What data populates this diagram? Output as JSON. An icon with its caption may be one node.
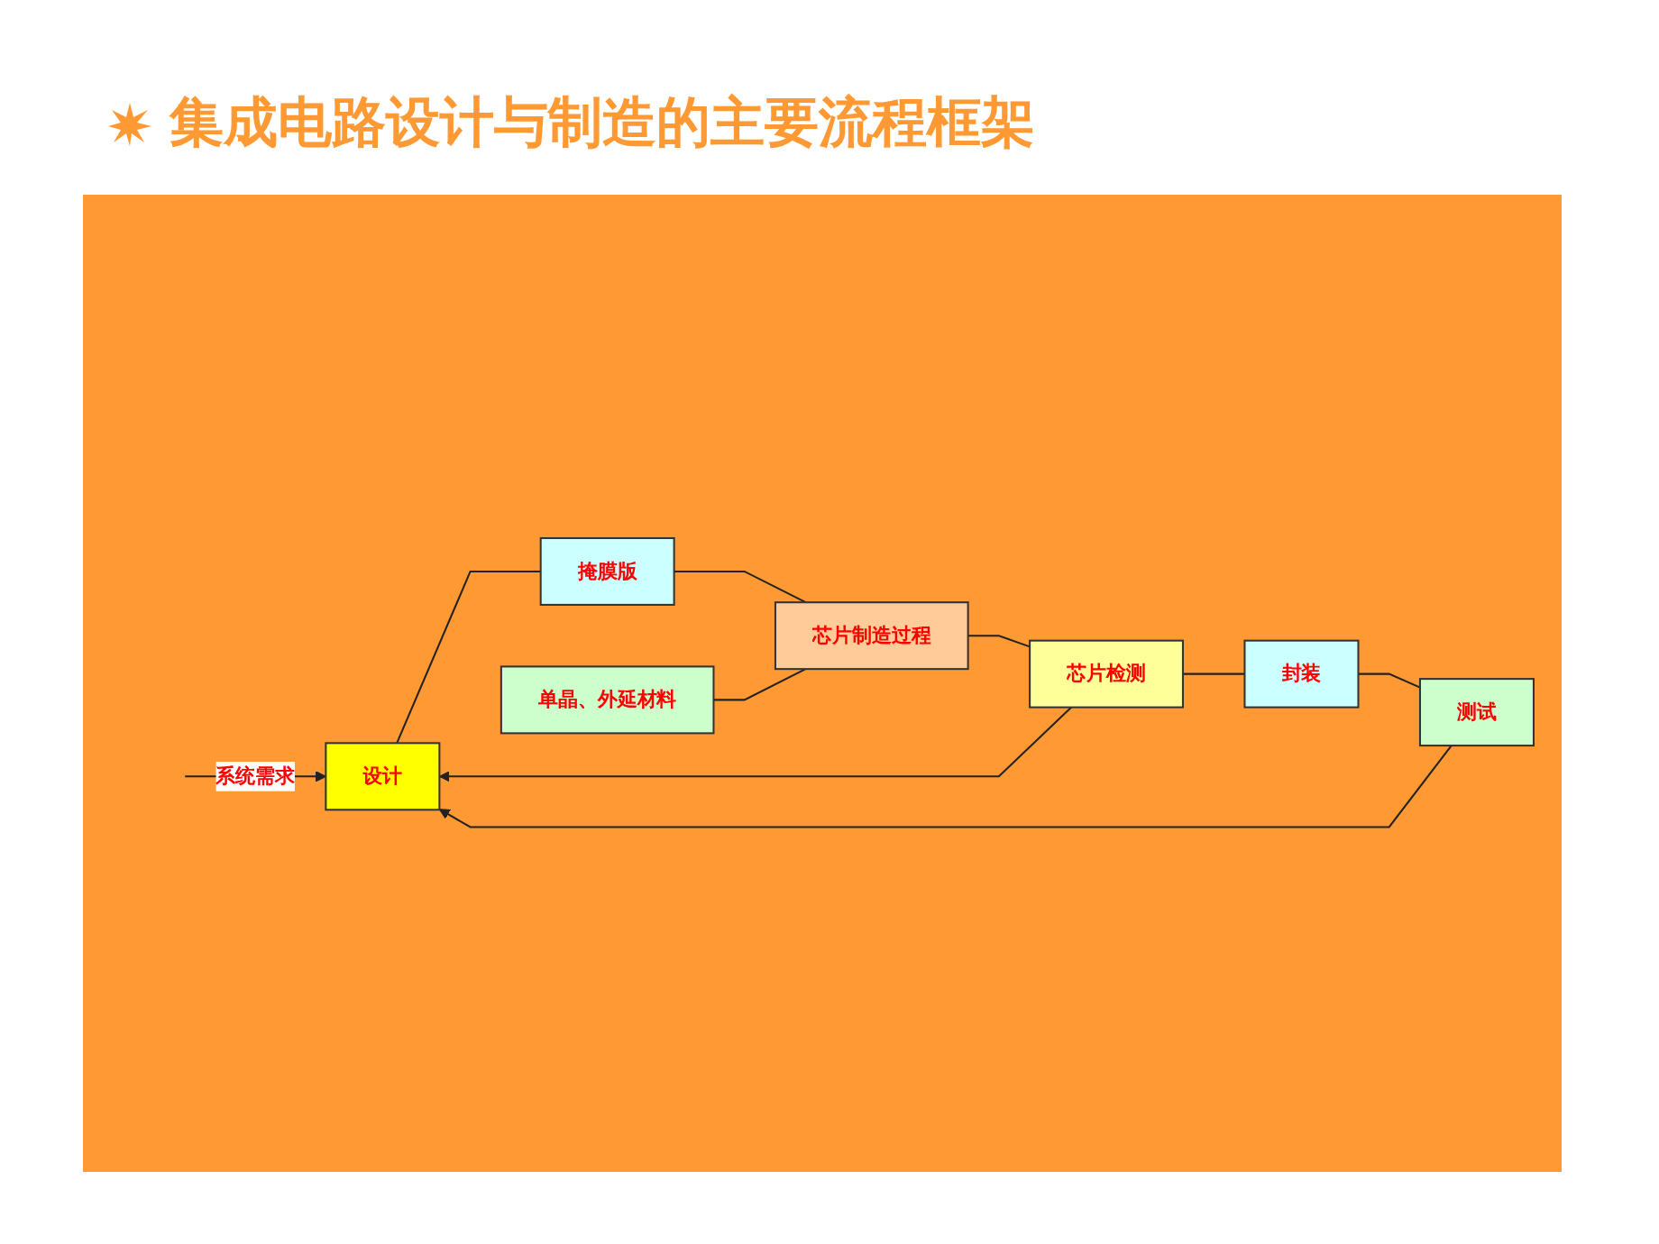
{
  "diagram": {
    "title": "集成电路设计与制造的主要流程框架",
    "nodes": [
      {
        "text": [
          "设计"
        ]
      },
      {
        "text": [
          "掩膜版"
        ]
      },
      {
        "text": [
          "芯片制造过程"
        ]
      },
      {
        "text": [
          "单晶、外延材料"
        ]
      },
      {
        "text": [
          "芯片检测"
        ]
      },
      {
        "text": [
          "封装"
        ]
      },
      {
        "text": [
          "测试"
        ]
      }
    ],
    "edges": [
      {
        "from": null,
        "to": 0,
        "arrow": "to",
        "label": "系统需求"
      },
      {
        "from": 0,
        "to": 1,
        "arrow": "none"
      },
      {
        "from": 1,
        "to": 2,
        "arrow": "none"
      },
      {
        "from": 3,
        "to": 2,
        "arrow": "none"
      },
      {
        "from": 2,
        "to": 4,
        "arrow": "none"
      },
      {
        "from": 4,
        "to": 5,
        "arrow": "none"
      },
      {
        "from": 5,
        "to": 6,
        "arrow": "none"
      },
      {
        "from": 4,
        "to": 0,
        "arrow": "to"
      },
      {
        "from": 6,
        "to": 0,
        "arrow": "to"
      }
    ]
  }
}
